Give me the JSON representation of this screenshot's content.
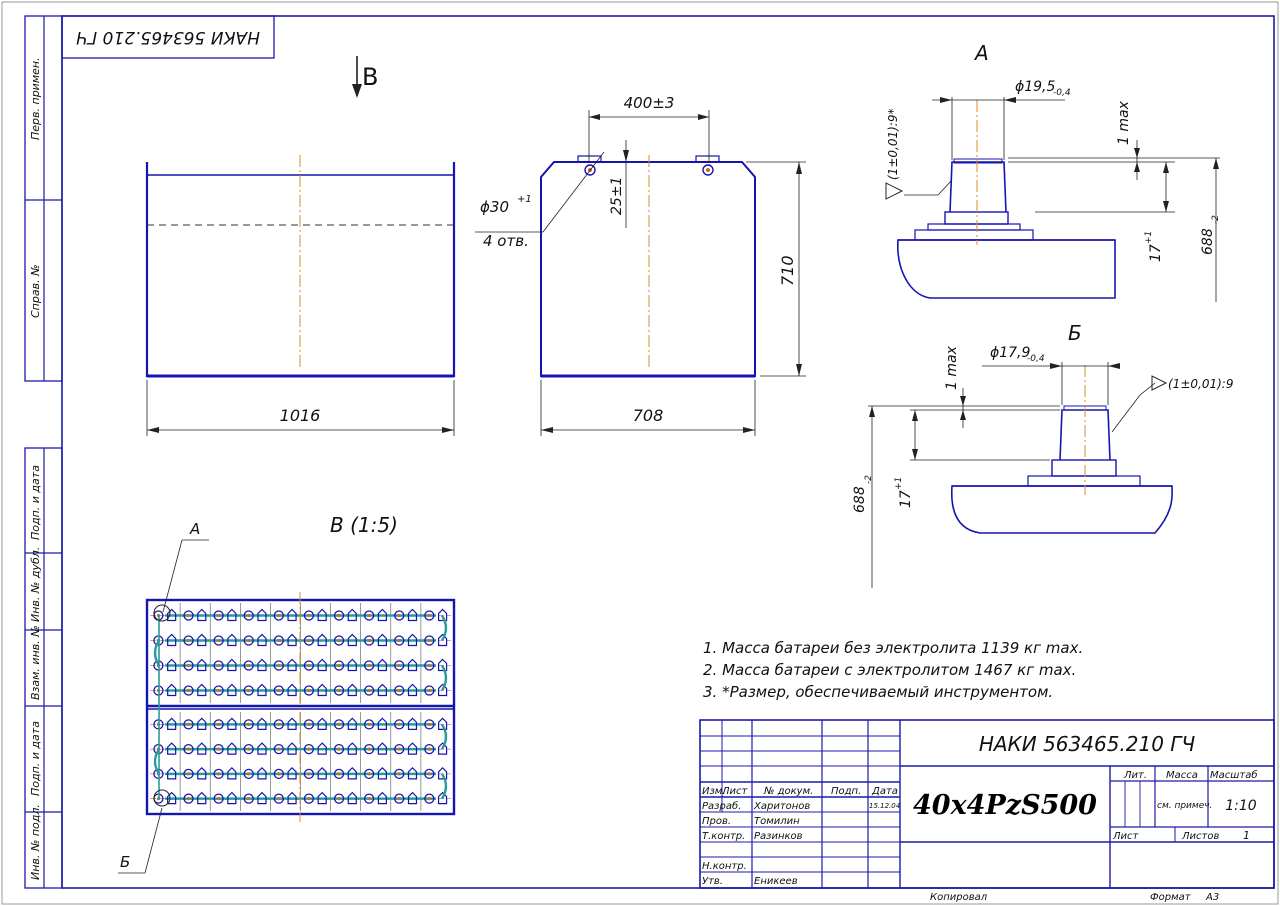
{
  "drawing": {
    "stamp_rotated": "НАКИ 563465.210 ГЧ",
    "view_b_arrow": "B",
    "view_b_title": "B (1:5)",
    "callout_a": "А",
    "callout_b": "Б",
    "detail_a_title": "А",
    "detail_b_title": "Б"
  },
  "dimensions": {
    "width_front": "1016",
    "width_side": "708",
    "height_side": "710",
    "hole_spacing": "400±3",
    "hole_diameter": "ϕ30",
    "hole_diameter_tol": "+1",
    "hole_count": "4 отв.",
    "hole_offset": "25±1",
    "a_diameter": "ϕ19,5",
    "a_diameter_tol": "-0,4",
    "a_taper": "(1±0,01):9*",
    "a_height_max": "1 max",
    "a_height_17": "17",
    "a_height_17_tol": "+1",
    "a_height_688": "688",
    "a_height_688_tol": "-2",
    "b_diameter": "ϕ17,9",
    "b_diameter_tol": "-0,4",
    "b_taper": "(1±0,01):9",
    "b_height_max": "1 max",
    "b_height_17": "17",
    "b_height_17_tol": "+1",
    "b_height_688": "688",
    "b_height_688_tol": "-2"
  },
  "notes": [
    "1. Масса батареи без электролита 1139 кг max.",
    "2. Масса батареи с электролитом 1467 кг max.",
    "3. *Размер, обеспечиваемый инструментом."
  ],
  "sidebar": {
    "perv": "Перв. примен.",
    "sprav": "Справ. №",
    "podp1": "Подп. и дата",
    "inv_dubl": "Инв. № дубл.",
    "vzam": "Взам. инв. №",
    "podp2": "Подп. и дата",
    "inv_podl": "Инв. № подл."
  },
  "title_block": {
    "doc_number": "НАКИ 563465.210 ГЧ",
    "name": "40x4PzS500",
    "col_izm": "Изм.",
    "col_list": "Лист",
    "col_doc": "№ докум.",
    "col_podp": "Подп.",
    "col_data": "Дата",
    "lit": "Лит.",
    "massa": "Масса",
    "masshtab": "Масштаб",
    "massa_value": "см. примеч.",
    "scale_value": "1:10",
    "list_label": "Лист",
    "listov_label": "Листов",
    "listov_value": "1",
    "date_value": "15.12.04",
    "roles": [
      {
        "role": "Разраб.",
        "name": "Харитонов"
      },
      {
        "role": "Пров.",
        "name": "Томилин"
      },
      {
        "role": "Т.контр.",
        "name": "Разинков"
      },
      {
        "role": "",
        "name": ""
      },
      {
        "role": "Н.контр.",
        "name": ""
      },
      {
        "role": "Утв.",
        "name": "Еникеев"
      }
    ],
    "copied": "Копировал",
    "format_label": "Формат",
    "format_value": "А3"
  },
  "colors": {
    "frame": "#1d1aa8",
    "axis": "#e08a2a",
    "connector": "#2a9b9b",
    "terminal": "#1515b0"
  }
}
